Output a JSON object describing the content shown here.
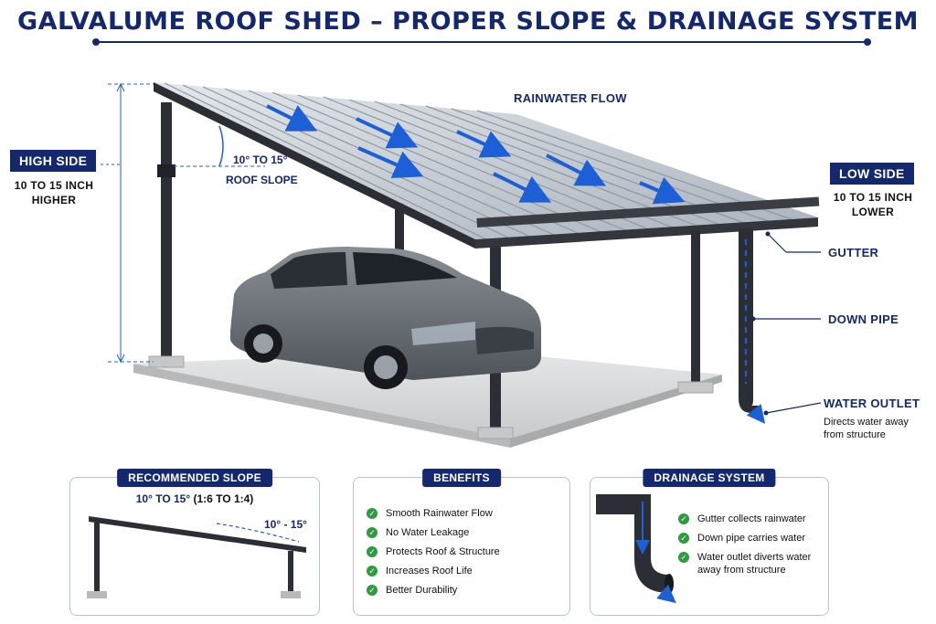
{
  "title": "GALVALUME ROOF SHED – PROPER SLOPE & DRAINAGE SYSTEM",
  "colors": {
    "navy": "#13286e",
    "flow_blue": "#1d5fd6",
    "check_green": "#2e9b3e",
    "frame": "#2b2e34",
    "roof": "#c9cfd6"
  },
  "high_side": {
    "badge": "HIGH SIDE",
    "line1": "10 TO 15 INCH",
    "line2": "HIGHER"
  },
  "low_side": {
    "badge": "LOW SIDE",
    "line1": "10 TO 15 INCH",
    "line2": "LOWER"
  },
  "slope": {
    "angle": "10° TO 15°",
    "label": "ROOF SLOPE"
  },
  "rainwater_flow": "RAINWATER FLOW",
  "callouts": {
    "gutter": "GUTTER",
    "down_pipe": "DOWN PIPE",
    "water_outlet": "WATER OUTLET",
    "water_outlet_desc1": "Directs water away",
    "water_outlet_desc2": "from structure"
  },
  "recommended_slope": {
    "heading": "RECOMMENDED SLOPE",
    "range_prefix": "10° TO 15°",
    "ratio": "(1:6 TO 1:4)",
    "angle_label": "10° - 15°"
  },
  "benefits": {
    "heading": "BENEFITS",
    "items": [
      "Smooth Rainwater Flow",
      "No Water Leakage",
      "Protects Roof & Structure",
      "Increases Roof Life",
      "Better Durability"
    ]
  },
  "drainage_system": {
    "heading": "DRAINAGE SYSTEM",
    "items": [
      "Gutter collects rainwater",
      "Down pipe carries water",
      "Water outlet diverts water away from structure"
    ]
  },
  "icons": {
    "check": "check-circle-icon",
    "arrow": "flow-arrow-icon",
    "car": "car-icon"
  }
}
